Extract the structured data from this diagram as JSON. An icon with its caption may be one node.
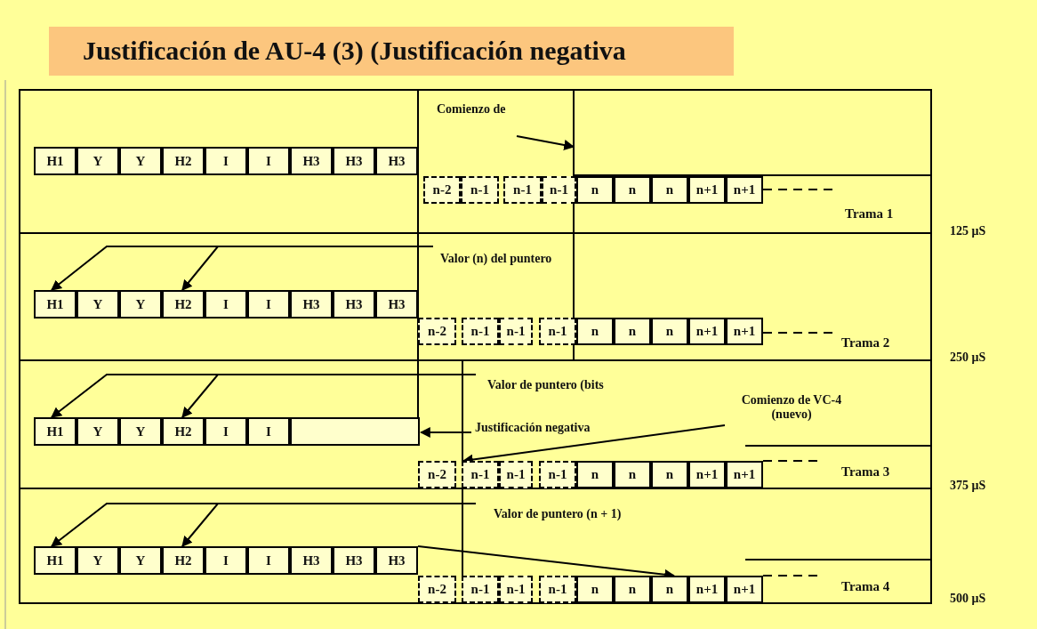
{
  "diagram": {
    "title": "Justificación de AU-4 (3) (Justificación negativa",
    "nodes": [
      {
        "text": [
          "Comienzo de"
        ]
      },
      {
        "text": [
          "H1"
        ]
      },
      {
        "text": [
          "Y"
        ]
      },
      {
        "text": [
          "Y"
        ]
      },
      {
        "text": [
          "H2"
        ]
      },
      {
        "text": [
          "I"
        ]
      },
      {
        "text": [
          "I"
        ]
      },
      {
        "text": [
          "H3"
        ]
      },
      {
        "text": [
          "H3"
        ]
      },
      {
        "text": [
          "H3"
        ]
      },
      {
        "text": [
          "n-2"
        ]
      },
      {
        "text": [
          "n-1"
        ]
      },
      {
        "text": [
          "n-1"
        ]
      },
      {
        "text": [
          "n-1"
        ]
      },
      {
        "text": [
          "n"
        ]
      },
      {
        "text": [
          "n"
        ]
      },
      {
        "text": [
          "n"
        ]
      },
      {
        "text": [
          "n+1"
        ]
      },
      {
        "text": [
          "n+1"
        ]
      },
      {
        "text": [
          "Valor (n) del puntero"
        ]
      },
      {
        "text": [
          "H1"
        ]
      },
      {
        "text": [
          "Y"
        ]
      },
      {
        "text": [
          "Y"
        ]
      },
      {
        "text": [
          "H2"
        ]
      },
      {
        "text": [
          "I"
        ]
      },
      {
        "text": [
          "I"
        ]
      },
      {
        "text": [
          "H3"
        ]
      },
      {
        "text": [
          "H3"
        ]
      },
      {
        "text": [
          "H3"
        ]
      },
      {
        "text": [
          "n-2"
        ]
      },
      {
        "text": [
          "n-1"
        ]
      },
      {
        "text": [
          "n-1"
        ]
      },
      {
        "text": [
          "n-1"
        ]
      },
      {
        "text": [
          "n"
        ]
      },
      {
        "text": [
          "n"
        ]
      },
      {
        "text": [
          "n"
        ]
      },
      {
        "text": [
          "n+1"
        ]
      },
      {
        "text": [
          "n+1"
        ]
      },
      {
        "text": [
          "Valor de puntero (bits"
        ]
      },
      {
        "text": [
          "Comienzo de VC-4 (nuevo)"
        ]
      },
      {
        "text": [
          "Justificación negativa"
        ]
      },
      {
        "text": [
          "H1"
        ]
      },
      {
        "text": [
          "Y"
        ]
      },
      {
        "text": [
          "Y"
        ]
      },
      {
        "text": [
          "H2"
        ]
      },
      {
        "text": [
          "I"
        ]
      },
      {
        "text": [
          "I"
        ]
      },
      {
        "text": [],
        "shape": "box"
      },
      {
        "text": [
          "n-2"
        ]
      },
      {
        "text": [
          "n-1"
        ]
      },
      {
        "text": [
          "n-1"
        ]
      },
      {
        "text": [
          "n-1"
        ]
      },
      {
        "text": [
          "n"
        ]
      },
      {
        "text": [
          "n"
        ]
      },
      {
        "text": [
          "n"
        ]
      },
      {
        "text": [
          "n+1"
        ]
      },
      {
        "text": [
          "n+1"
        ]
      },
      {
        "text": [
          "Valor de puntero (n + 1)"
        ]
      },
      {
        "text": [
          "H1"
        ]
      },
      {
        "text": [
          "Y"
        ]
      },
      {
        "text": [
          "Y"
        ]
      },
      {
        "text": [
          "H2"
        ]
      },
      {
        "text": [
          "I"
        ]
      },
      {
        "text": [
          "I"
        ]
      },
      {
        "text": [
          "H3"
        ]
      },
      {
        "text": [
          "H3"
        ]
      },
      {
        "text": [
          "H3"
        ]
      },
      {
        "text": [
          "n-2"
        ]
      },
      {
        "text": [
          "n-1"
        ]
      },
      {
        "text": [
          "n-1"
        ]
      },
      {
        "text": [
          "n-1"
        ]
      },
      {
        "text": [
          "n"
        ]
      },
      {
        "text": [
          "n"
        ]
      },
      {
        "text": [
          "n"
        ]
      },
      {
        "text": [
          "n+1"
        ]
      },
      {
        "text": [
          "n+1"
        ]
      }
    ],
    "edges": [
      {
        "from": 0,
        "to": null,
        "arrow": "to"
      },
      {
        "from": 19,
        "to": 20,
        "arrow": "to"
      },
      {
        "from": 19,
        "to": 23,
        "arrow": "to"
      },
      {
        "from": 38,
        "to": 41,
        "arrow": "to"
      },
      {
        "from": 38,
        "to": 44,
        "arrow": "to"
      },
      {
        "from": 40,
        "to": 47,
        "arrow": "to"
      },
      {
        "from": 39,
        "to": 49,
        "arrow": "to"
      },
      {
        "from": 57,
        "to": 58,
        "arrow": "to"
      },
      {
        "from": 57,
        "to": 61,
        "arrow": "to"
      },
      {
        "from": 66,
        "to": 73,
        "arrow": "to"
      }
    ],
    "labels": [
      "Trama 1",
      "125 μS",
      "Trama 2",
      "250 μS",
      "Trama 3",
      "375 μS",
      "Trama 4",
      "500 μS"
    ]
  }
}
